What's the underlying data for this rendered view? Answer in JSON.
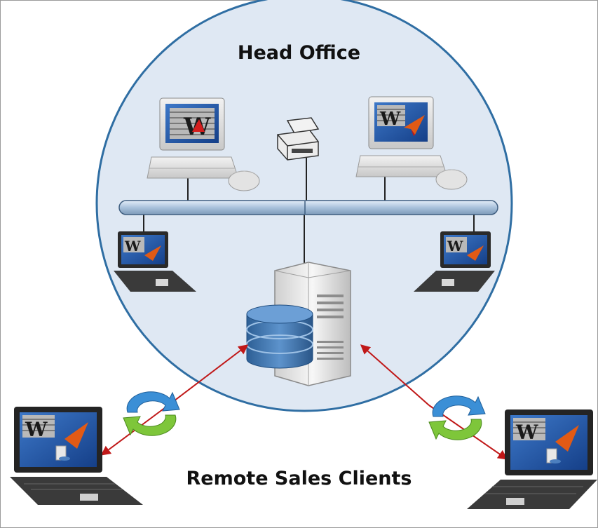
{
  "labels": {
    "head_office": "Head Office",
    "remote_clients": "Remote Sales Clients"
  },
  "logo": {
    "letter": "W"
  },
  "colors": {
    "circle_fill": "#dfe8f3",
    "circle_stroke": "#2f6ea3",
    "bus_fill": "#b8cde3",
    "link_arrow": "#c01818",
    "sync_blue": "#3b8fd6",
    "sync_green": "#7ec63a",
    "db_blue": "#3a6fa8"
  }
}
